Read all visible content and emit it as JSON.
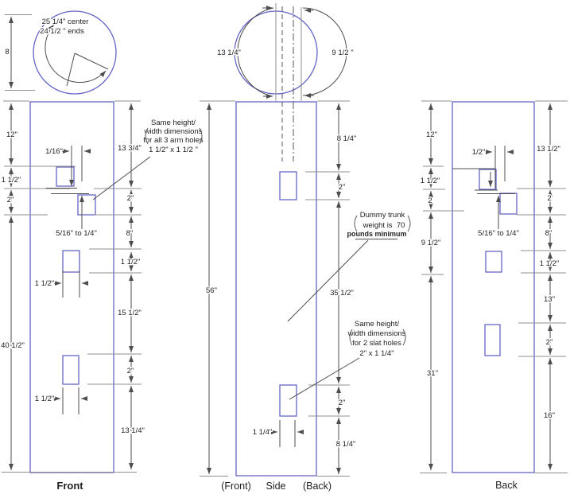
{
  "colors": {
    "outline_blue": "#6565c5",
    "dimension_line": "#4d4d4d",
    "extension_line": "#8f8f8f",
    "text": "#222222",
    "background": "#ffffff"
  },
  "head_circle_front": {
    "diameter": "8",
    "circumference_center": "25 1/4\" center",
    "circumference_ends": "24 1/2 \" ends"
  },
  "head_circle_side": {
    "front_arc": "13 1/4\"",
    "back_arc": "9 1/2 \""
  },
  "front_view": {
    "caption": "Front",
    "dims_left": {
      "d1": "12\"",
      "d2": "1 1/2\"",
      "d3": "2\"",
      "d4": "40 1/2\""
    },
    "dims_right": {
      "d1": "13 3/4\"",
      "d2": "2\"",
      "d3": "8\"",
      "d4": "1 1/2\"",
      "d5": "15 1/2\"",
      "d6": "2\"",
      "d7": "13 1/4\""
    },
    "dims_inner": {
      "offset": "1/16\"",
      "vgap": "5/16\" to 1/4\"",
      "hole3_width": "1 1/2\"",
      "slat_width": "1 1/2\""
    }
  },
  "side_view": {
    "caption_front": "(Front)",
    "caption": "Side",
    "caption_back": "(Back)",
    "dims_left": {
      "total": "56\""
    },
    "dims_right": {
      "d1": "8 1/4\"",
      "d2": "2\"",
      "d3": "35 1/2\"",
      "d4": "2\"",
      "d5": "8 1/4\""
    },
    "dims_inner": {
      "slat_width": "1 1/4\""
    }
  },
  "back_view": {
    "caption": "Back",
    "dims_left": {
      "d1": "12\"",
      "d2": "1 1/2\"",
      "d3": "2",
      "d4": "9 1/2\"",
      "d5": "31\""
    },
    "dims_right": {
      "d1": "13 1/2\"",
      "d2": "2",
      "d3": "8\"",
      "d4": "1 1/2\"",
      "d5": "13\"",
      "d6": "2\"",
      "d7": "16\""
    },
    "dims_inner": {
      "offset": "1/2\"",
      "vgap": "5/16\" to 1/4\""
    }
  },
  "annotations": {
    "arm_holes": {
      "line1": "Same height/",
      "line2": "width dimensions",
      "line3": "for all 3 arm holes",
      "line4": "1 1/2\" x 1 1/2 \""
    },
    "weight": {
      "line1": "Dummy trunk",
      "line2": "weight is  70",
      "line3": "pounds minimum"
    },
    "slat_holes": {
      "line1": "Same height/",
      "line2": "width dimensions",
      "line3": "for 2 slat holes",
      "line4": "2\" x 1 1/4\""
    }
  }
}
